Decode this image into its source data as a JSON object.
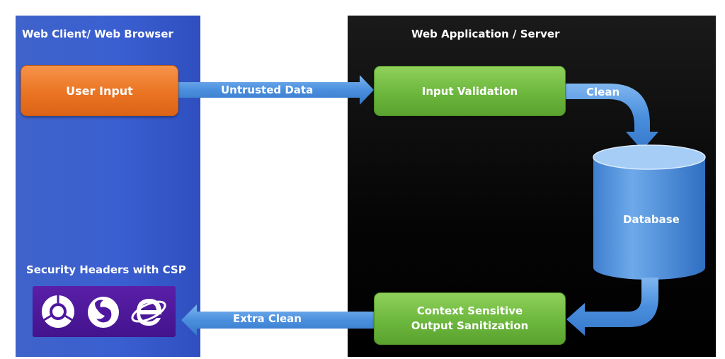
{
  "client": {
    "title": "Web Client/ Web Browser",
    "user_input": "User Input",
    "security_headers": "Security Headers with CSP"
  },
  "server": {
    "title": "Web Application / Server",
    "input_validation": "Input Validation",
    "database": "Database",
    "output_sanitization_line1": "Context Sensitive",
    "output_sanitization_line2": "Output Sanitization"
  },
  "arrows": {
    "untrusted": "Untrusted Data",
    "clean": "Clean",
    "extra_clean": "Extra Clean"
  },
  "browser_icons": [
    "chrome-icon",
    "firefox-icon",
    "internet-explorer-icon"
  ],
  "colors": {
    "client_panel": "#3a5fd1",
    "server_panel": "#000000",
    "user_input_box": "#ea7422",
    "process_box": "#6cb73d",
    "arrow": "#4a8fde",
    "browser_strip": "#4d17a0"
  }
}
